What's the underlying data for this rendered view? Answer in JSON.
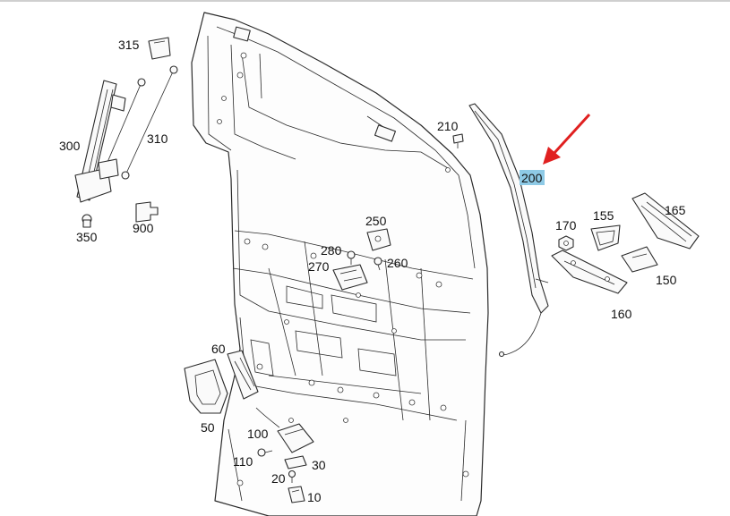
{
  "diagram": {
    "callouts": [
      "315",
      "310",
      "300",
      "350",
      "900",
      "210",
      "200",
      "250",
      "280",
      "270",
      "260",
      "170",
      "155",
      "165",
      "150",
      "160",
      "60",
      "50",
      "100",
      "110",
      "30",
      "20",
      "10"
    ],
    "highlighted_callout": "200",
    "highlight_color": "#8ecae6",
    "arrow_color": "#e02020"
  }
}
